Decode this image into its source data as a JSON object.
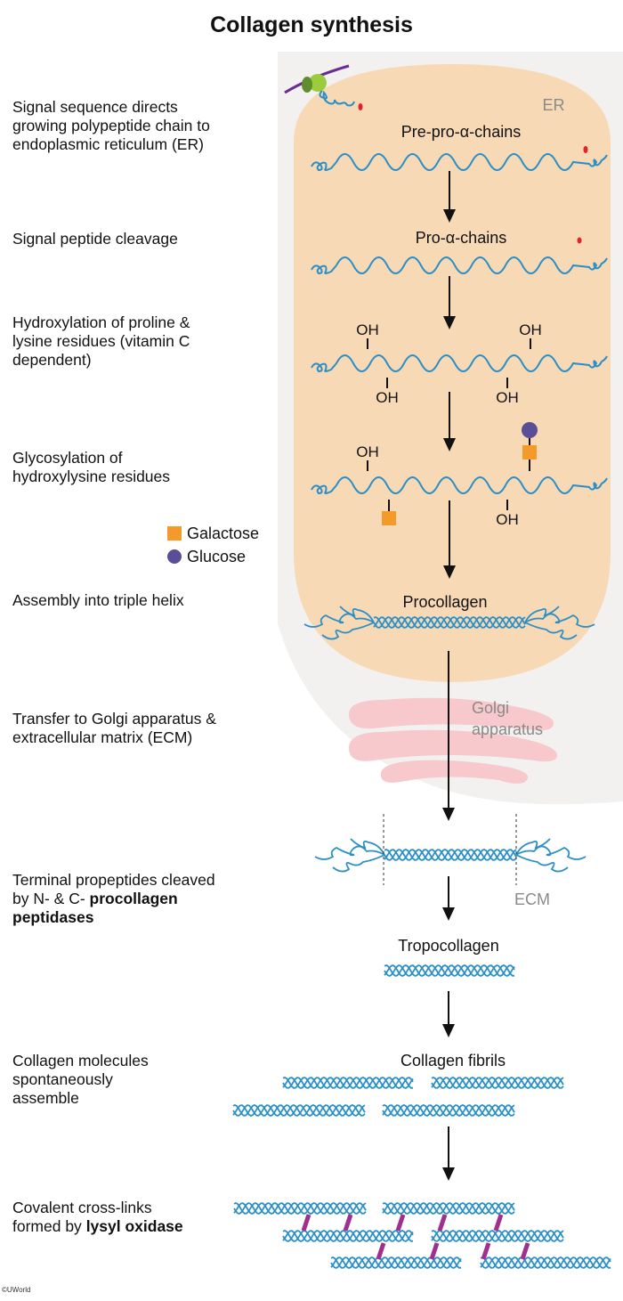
{
  "title": "Collagen synthesis",
  "steps": [
    {
      "text": "Signal sequence directs\ngrowing polypeptide chain to\nendoplasmic reticulum (ER)",
      "bold": ""
    },
    {
      "text": "Signal peptide cleavage",
      "bold": ""
    },
    {
      "text": "Hydroxylation of proline &\nlysine residues (vitamin C\ndependent)",
      "bold": ""
    },
    {
      "text": "Glycosylation of\nhydroxylysine residues",
      "bold": ""
    },
    {
      "text": "Assembly into triple helix",
      "bold": ""
    },
    {
      "text": "Transfer to Golgi apparatus &\nextracellular matrix (ECM)",
      "bold": ""
    },
    {
      "text": "Terminal propeptides cleaved\nby N- & C- ",
      "bold": "procollagen\npeptidases"
    },
    {
      "text": "Collagen molecules\nspontaneously\nassemble",
      "bold": ""
    },
    {
      "text": "Covalent cross-links\nformed by ",
      "bold": "lysyl oxidase"
    }
  ],
  "legend": [
    {
      "label": "Galactose",
      "shape": "square",
      "color": "#f39a2a"
    },
    {
      "label": "Glucose",
      "shape": "circle",
      "color": "#5a4f97"
    }
  ],
  "diagram_labels": {
    "er": "ER",
    "pre_pro_chains": "Pre-pro-α-chains",
    "pro_chains": "Pro-α-chains",
    "oh": "OH",
    "procollagen": "Procollagen",
    "golgi": "Golgi\napparatus",
    "ecm": "ECM",
    "tropocollagen": "Tropocollagen",
    "fibrils": "Collagen fibrils"
  },
  "colors": {
    "cell": "#f2f1ef",
    "er": "#f8d9b5",
    "golgi": "#f7c9cc",
    "chain": "#2b8fc7",
    "signal": "#e0242b",
    "crosslink": "#a0308f",
    "ribosome_light": "#9ccc3c",
    "ribosome_dark": "#5e8e2e",
    "mrna": "#6a2c91",
    "label_gray": "#8a8a8a"
  },
  "copyright": "©UWorld"
}
